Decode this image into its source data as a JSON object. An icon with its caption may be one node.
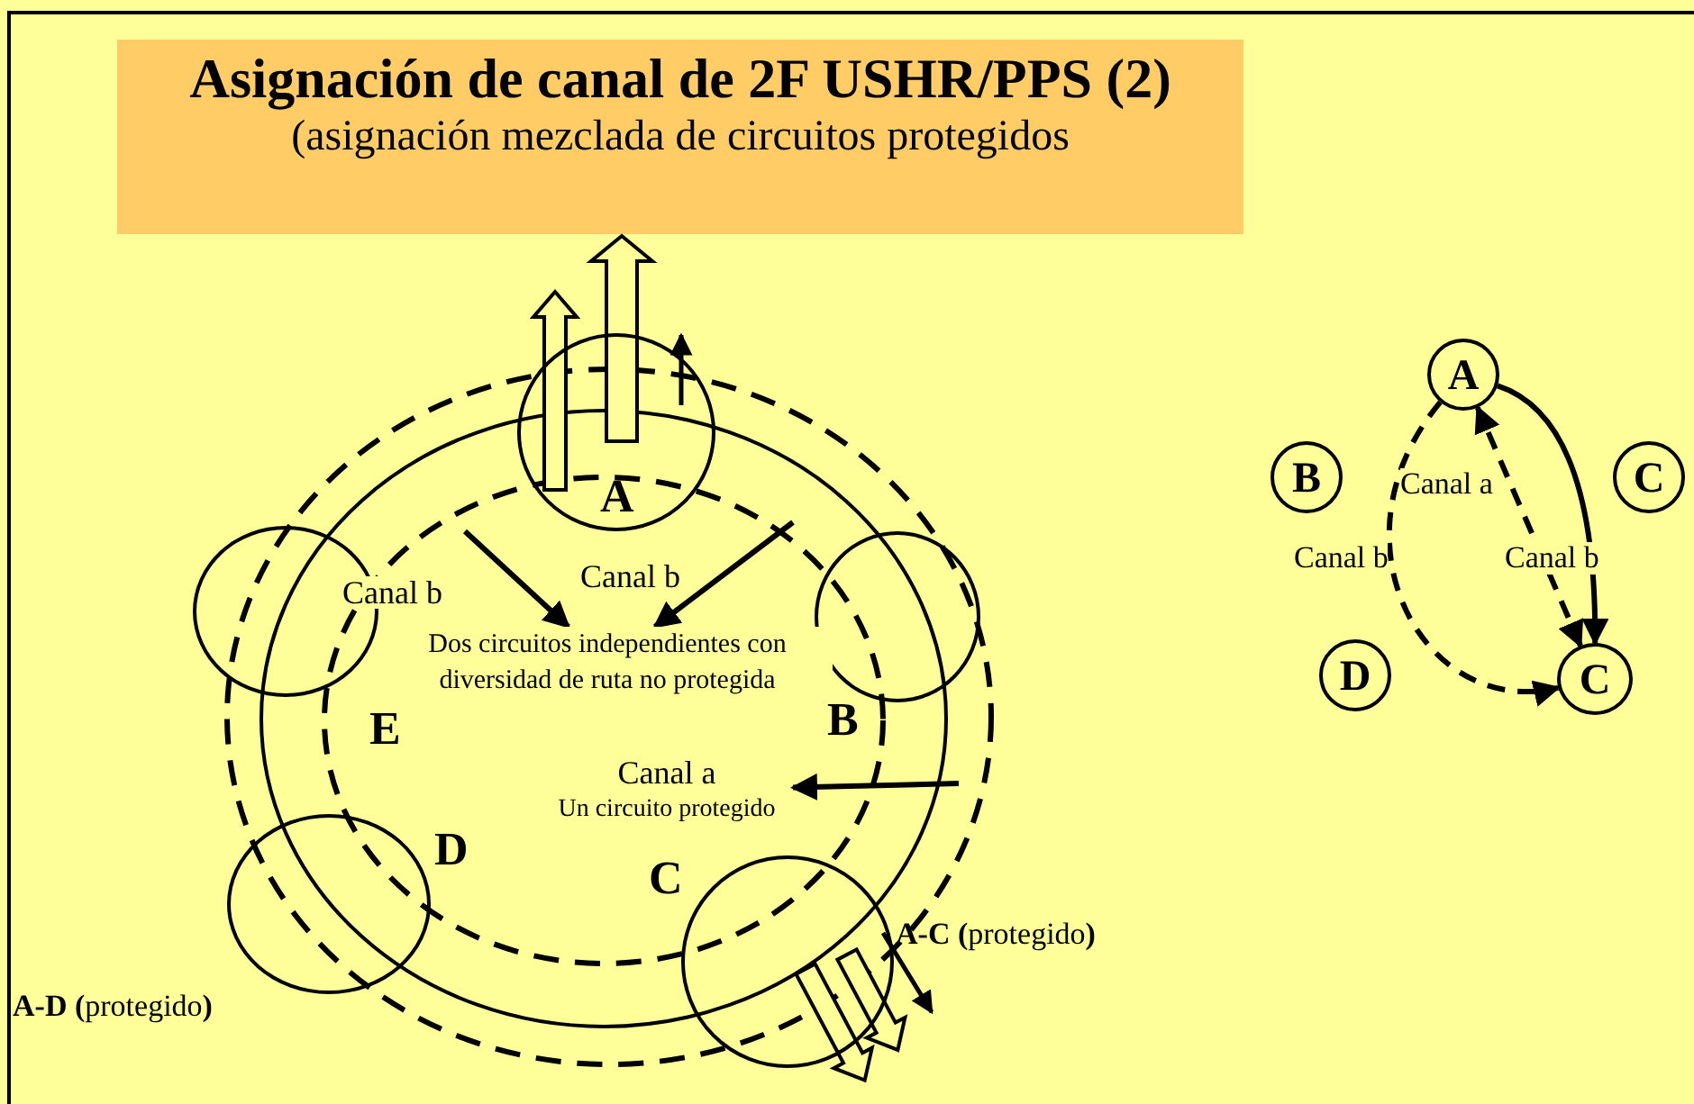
{
  "diagram": {
    "title": "Asignación de canal de 2F USHR/PPS (2)",
    "nodes": [
      {
        "text": [
          "A"
        ]
      },
      {
        "text": [
          "B"
        ]
      },
      {
        "text": [
          "C"
        ],
        "beside": [
          "**A-C (**protegido**)**"
        ]
      },
      {
        "text": [
          "D"
        ],
        "beside": [
          "**A-D (**protegido**)**"
        ]
      },
      {
        "text": [
          "E"
        ]
      },
      {
        "text": [
          "Dos circuitos independientes con diversidad de ruta no protegida"
        ]
      },
      {
        "text": [
          "Canal a",
          "Un circuito protegido"
        ]
      },
      {
        "text": [
          "A"
        ]
      },
      {
        "text": [
          "B"
        ]
      },
      {
        "text": [
          "C"
        ]
      },
      {
        "text": [
          "D"
        ]
      },
      {
        "text": [
          "C"
        ]
      }
    ],
    "edges": [
      {
        "from": null,
        "to": 5,
        "arrow": "to"
      },
      {
        "from": null,
        "to": 5,
        "arrow": "to"
      },
      {
        "from": null,
        "to": 6,
        "arrow": "to"
      },
      {
        "from": 7,
        "to": 11,
        "arrow": "to",
        "style": "dashed",
        "label": "Canal b"
      },
      {
        "from": 7,
        "to": 11,
        "arrow": "to",
        "label": "Canal b"
      },
      {
        "from": 11,
        "to": 7,
        "arrow": "both",
        "style": "dashed",
        "label": "Canal a"
      }
    ],
    "labels": [
      "(asignación mezclada de circuitos protegidos",
      "Canal b",
      "Canal b"
    ]
  }
}
